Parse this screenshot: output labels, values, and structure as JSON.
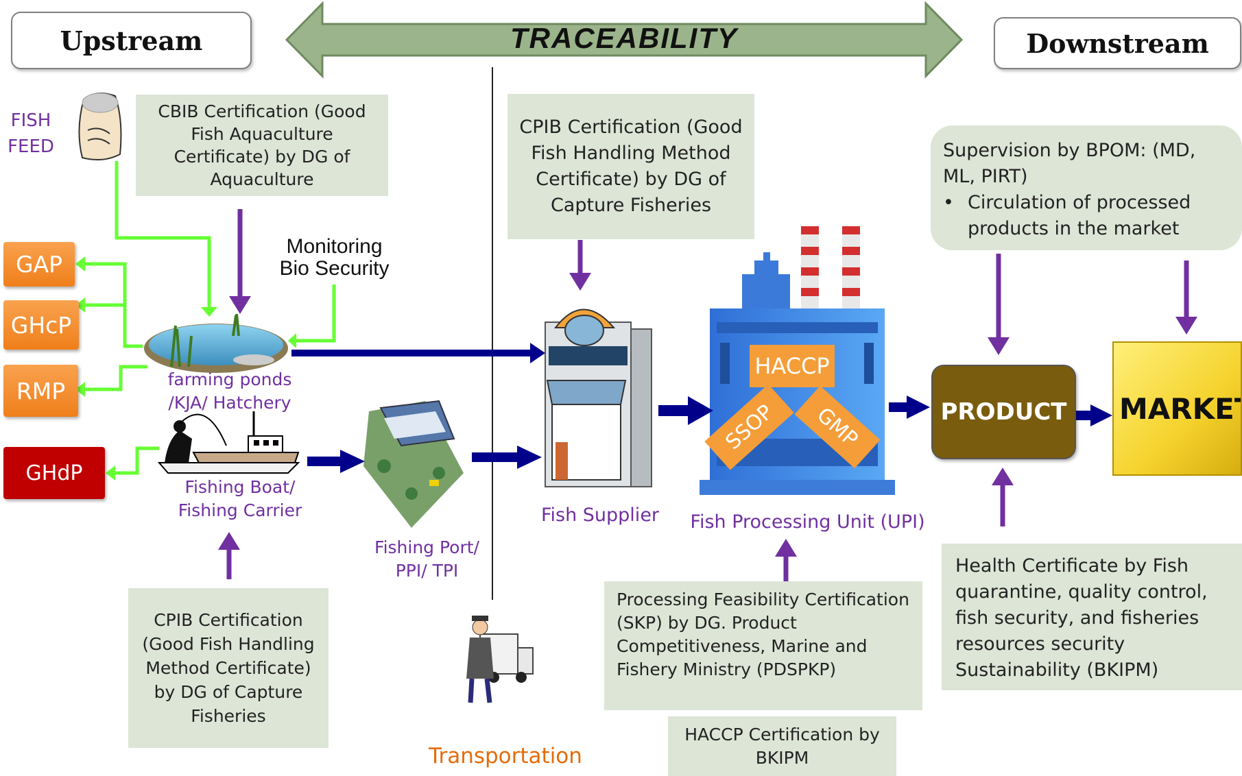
{
  "header": {
    "upstream": "Upstream",
    "downstream": "Downstream",
    "traceability": "TRACEABILITY"
  },
  "inputs": {
    "fish_feed_line1": "FISH",
    "fish_feed_line2": "FEED",
    "monitoring_line1": "Monitoring",
    "monitoring_line2": "Bio Security"
  },
  "standards": {
    "gap": "GAP",
    "ghcp": "GHcP",
    "rmp": "RMP",
    "ghdp": "GHdP"
  },
  "certs": {
    "cbib": "CBIB Certification (Good Fish Aquaculture Certificate) by DG of Aquaculture",
    "cpib_top": "CPIB Certification (Good Fish Handling Method Certificate) by DG of Capture Fisheries",
    "cpib_bottom": "CPIB Certification (Good Fish Handling Method Certificate) by DG of Capture Fisheries",
    "bpom_title": "Supervision by BPOM: (MD, ML, PIRT)",
    "bpom_bullet": "Circulation of processed products in the market",
    "skp": "Processing Feasibility Certification (SKP) by DG. Product Competitiveness, Marine and Fishery Ministry (PDSPKP)",
    "haccp_cert": "HACCP Certification by BKIPM",
    "health": "Health Certificate by Fish quarantine, quality control, fish security, and fisheries resources security Sustainability (BKIPM)"
  },
  "nodes": {
    "ponds_line1": "farming ponds",
    "ponds_line2": "/KJA/ Hatchery",
    "boat_line1": "Fishing Boat/",
    "boat_line2": "Fishing Carrier",
    "port_line1": "Fishing Port/",
    "port_line2": "PPI/ TPI",
    "supplier": "Fish Supplier",
    "upi": "Fish Processing Unit (UPI)",
    "transportation": "Transportation",
    "product": "PRODUCT",
    "market": "MARKET"
  },
  "factory_tags": {
    "haccp": "HACCP",
    "ssop": "SSOP",
    "gmp": "GMP"
  },
  "colors": {
    "purple": "#7030a0",
    "green_arrow": "#66ff33",
    "navy_arrow": "#00008b",
    "olive_product": "#7a5c0f",
    "gold_market": "#f5d22c",
    "cert_bg": "#dde5d6",
    "traceability_arrow": "#9bb48b"
  }
}
